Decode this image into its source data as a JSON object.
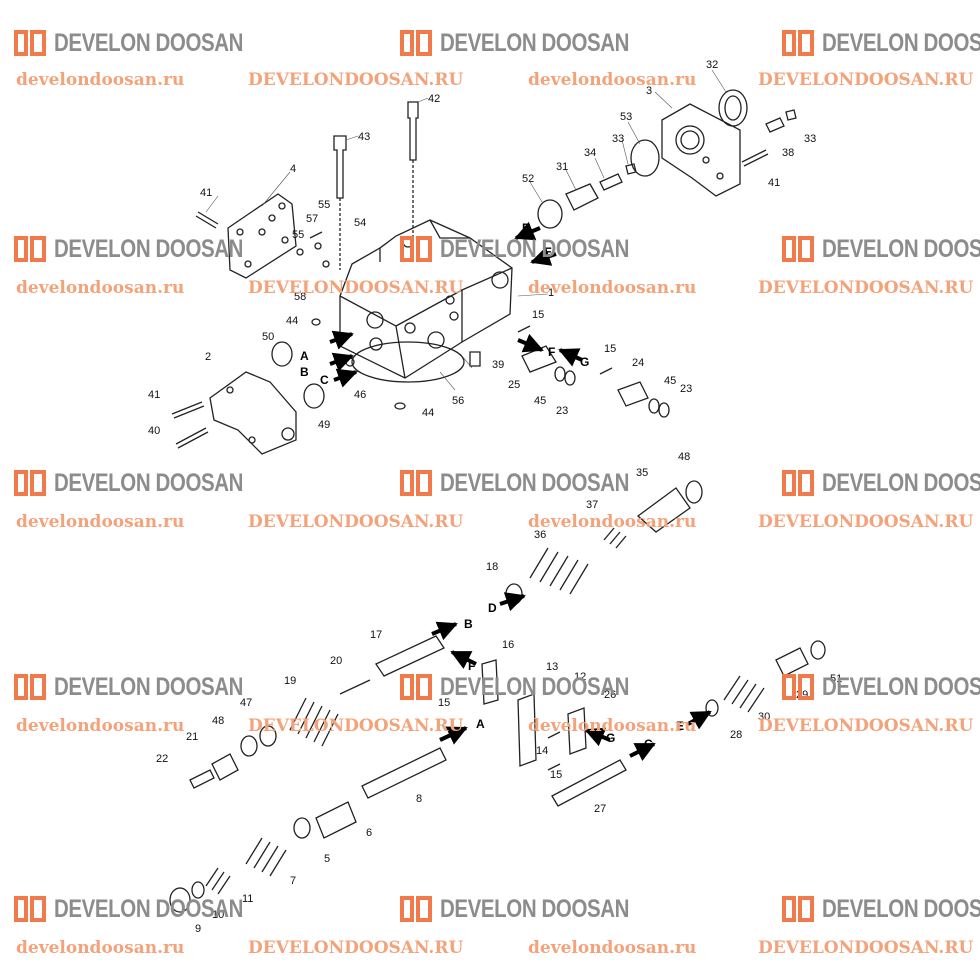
{
  "watermark": {
    "brand": "DEVELON DOOSAN",
    "url_lower": "develondoosan.ru",
    "url_upper": "DEVELONDOOSAN.RU",
    "logo_color": "#f07a4a",
    "text_color": "#8c8c8c",
    "url_color": "#f3a27a"
  },
  "callouts": {
    "n1": "1",
    "n2": "2",
    "n3": "3",
    "n4": "4",
    "n5": "5",
    "n6": "6",
    "n7": "7",
    "n8": "8",
    "n9": "9",
    "n10": "10",
    "n11": "11",
    "n12": "12",
    "n13": "13",
    "n14": "14",
    "n15a": "15",
    "n15b": "15",
    "n15c": "15",
    "n15d": "15",
    "n16": "16",
    "n17": "17",
    "n18": "18",
    "n19": "19",
    "n20": "20",
    "n21": "21",
    "n22": "22",
    "n23a": "23",
    "n23b": "23",
    "n24": "24",
    "n25": "25",
    "n26": "26",
    "n27": "27",
    "n28": "28",
    "n29": "29",
    "n30": "30",
    "n31": "31",
    "n32": "32",
    "n33a": "33",
    "n33b": "33",
    "n34": "34",
    "n35": "35",
    "n36": "36",
    "n37": "37",
    "n38": "38",
    "n39": "39",
    "n40": "40",
    "n41a": "41",
    "n41b": "41",
    "n41c": "41",
    "n42": "42",
    "n43": "43",
    "n44a": "44",
    "n44b": "44",
    "n45a": "45",
    "n45b": "45",
    "n46": "46",
    "n47": "47",
    "n48a": "48",
    "n48b": "48",
    "n49": "49",
    "n50": "50",
    "n51": "51",
    "n52": "52",
    "n53": "53",
    "n54": "54",
    "n55a": "55",
    "n55b": "55",
    "n56": "56",
    "n57": "57",
    "n58": "58"
  },
  "ports": {
    "A1": "A",
    "B1": "B",
    "C1": "C",
    "D1": "D",
    "E1": "E",
    "F1": "F",
    "G1": "G",
    "A2": "A",
    "B2": "B",
    "C2": "C",
    "D2": "D",
    "E2": "E",
    "F2": "F",
    "G2": "G"
  }
}
